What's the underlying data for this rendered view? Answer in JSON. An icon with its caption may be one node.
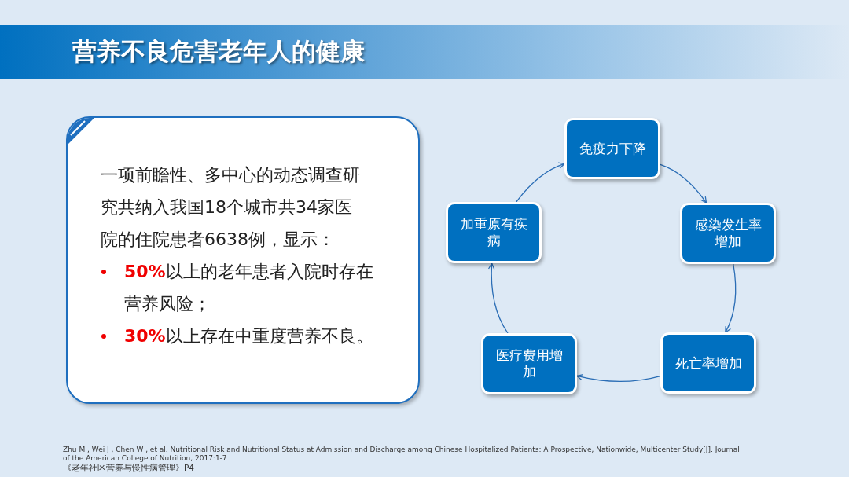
{
  "diagram": {
    "title": "营养不良危害老年人的健康",
    "nodes": [
      {
        "text": [
          "一项前瞻性、多中心的动态调查研究共纳入我国18个城市共34家医院的住院患者6638例，显示：",
          "**50%**以上的老年患者入院时存在营养风险；",
          "**30%**以上存在中重度营养不良。"
        ]
      },
      {
        "text": [
          "免疫力下降"
        ]
      },
      {
        "text": [
          "感染发生率增加"
        ]
      },
      {
        "text": [
          "死亡率增加"
        ]
      },
      {
        "text": [
          "医疗费用增加"
        ]
      },
      {
        "text": [
          "加重原有疾病"
        ]
      }
    ],
    "edges": [
      {
        "from": 1,
        "to": 2,
        "arrow": "to"
      },
      {
        "from": 2,
        "to": 3,
        "arrow": "to"
      },
      {
        "from": 3,
        "to": 4,
        "arrow": "to"
      },
      {
        "from": 4,
        "to": 5,
        "arrow": "to"
      },
      {
        "from": 5,
        "to": 1,
        "arrow": "to"
      }
    ],
    "labels": [
      "Zhu M , Wei J , Chen W , et al. Nutritional Risk and Nutritional Status at Admission and Discharge among Chinese Hospitalized Patients: A Prospective, Nationwide, Multicenter Study[J]. Journal of the American College of Nutrition, 2017:1-7.",
      "《老年社区营养与慢性病管理》P4"
    ]
  }
}
